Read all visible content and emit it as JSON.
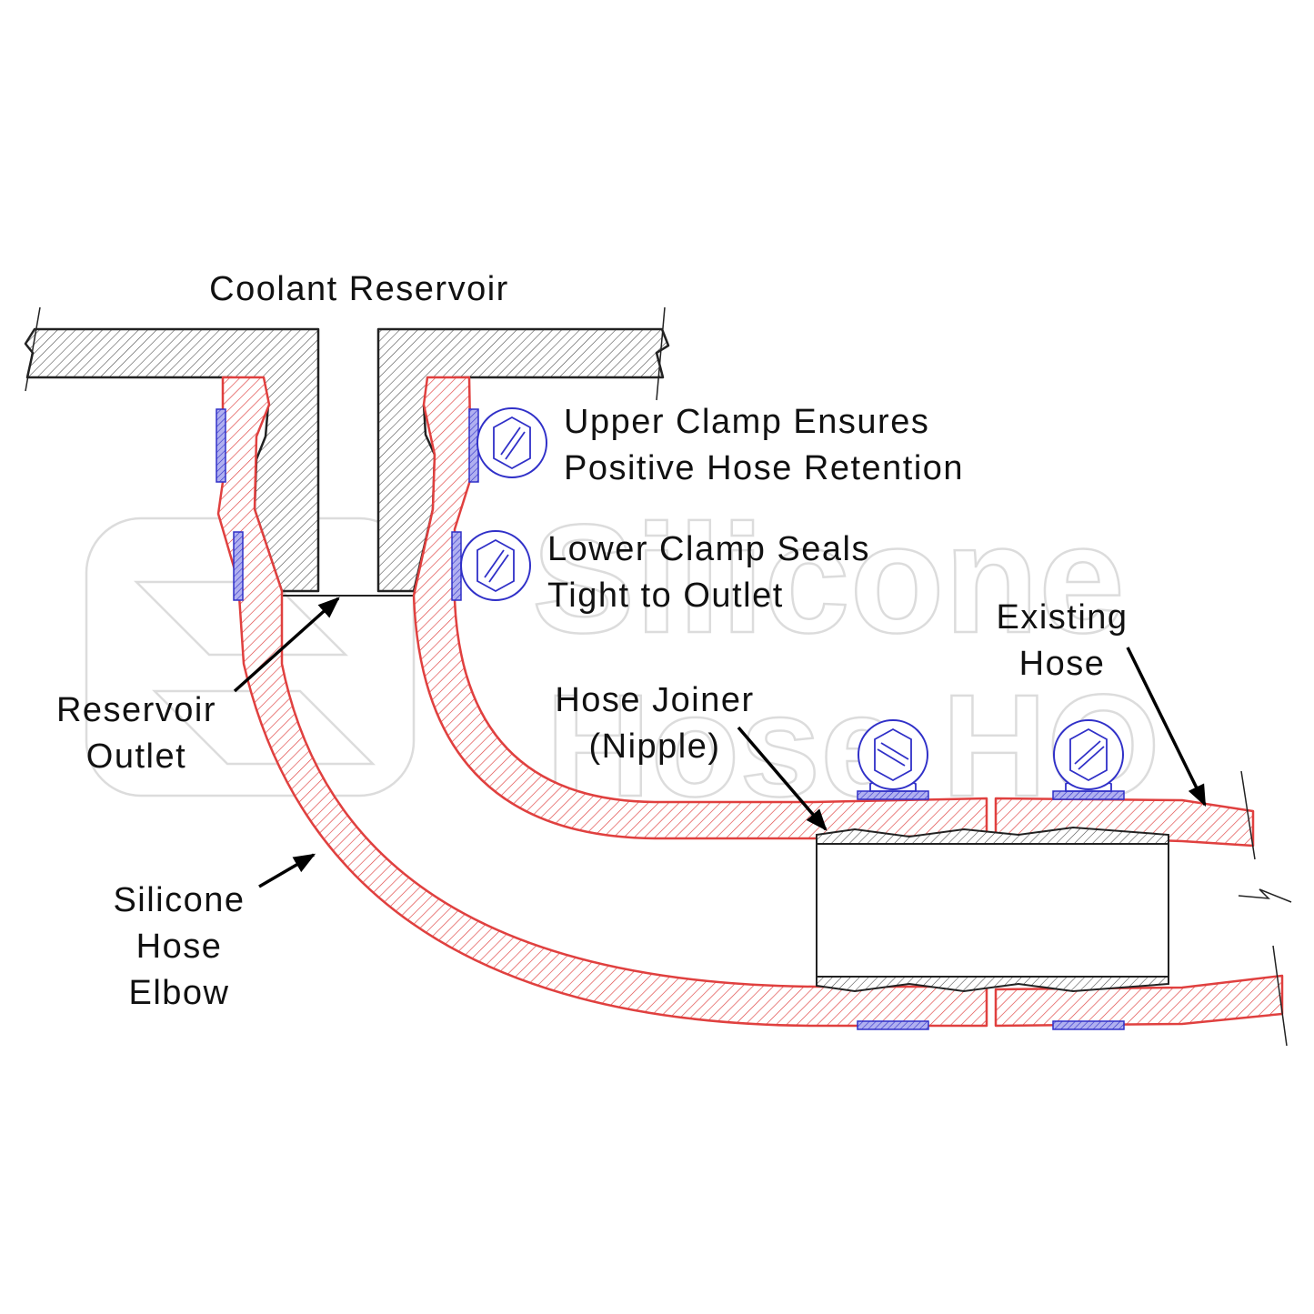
{
  "labels": {
    "coolant_reservoir": "Coolant Reservoir",
    "upper_clamp_line1": "Upper Clamp Ensures",
    "upper_clamp_line2": "Positive Hose Retention",
    "lower_clamp_line1": "Lower Clamp Seals",
    "lower_clamp_line2": "Tight to Outlet",
    "existing_hose_line1": "Existing",
    "existing_hose_line2": "Hose",
    "hose_joiner_line1": "Hose Joiner",
    "hose_joiner_line2": "(Nipple)",
    "reservoir_outlet_line1": "Reservoir",
    "reservoir_outlet_line2": "Outlet",
    "silicone_hose_line1": "Silicone",
    "silicone_hose_line2": "Hose",
    "silicone_hose_line3": "Elbow"
  },
  "watermark": {
    "line1": "Silicone",
    "line2": "Hose HQ"
  },
  "colors": {
    "hose": "#e0403f",
    "clamp": "#3030c8",
    "metal": "#333333",
    "watermark_outline": "#dcdcdc",
    "text": "#111111"
  }
}
